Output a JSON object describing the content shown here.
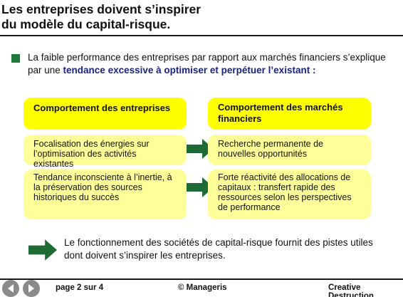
{
  "slide": {
    "title_line1": "Les entreprises doivent s’inspirer",
    "title_line2": "du modèle du capital-risque."
  },
  "intro": {
    "text_before": "La faible performance des entreprises par rapport aux marchés financiers s’explique par une ",
    "emphasis": "tendance excessive à optimiser et perpétuer l’existant :"
  },
  "comparison": {
    "left_header": "Comportement des entreprises",
    "right_header": "Comportement des marchés financiers",
    "rows": [
      {
        "left": "Focalisation des énergies sur l’optimisation des activités existantes",
        "right": "Recherche permanente de nouvelles opportunités"
      },
      {
        "left": "Tendance inconsciente à l’inertie, à la préservation des sources historiques du succès",
        "right": "Forte réactivité des allocations de capitaux : transfert rapide des ressources selon les perspectives de performance"
      }
    ]
  },
  "conclusion": {
    "text": "Le fonctionnement des sociétés de capital-risque fournit des pistes utiles dont doivent s’inspirer les entreprises."
  },
  "footer": {
    "page": "page 2 sur 4",
    "copyright": "© Manageris",
    "section": "Creative Destruction"
  },
  "colors": {
    "header_box": "#ffff00",
    "row_box": "#ffff99",
    "arrow": "#1e6b35",
    "accent_text": "#1a237e"
  },
  "icons": {
    "prev": "chevron-left-icon",
    "next": "chevron-right-icon",
    "arrow": "arrow-right-icon"
  }
}
